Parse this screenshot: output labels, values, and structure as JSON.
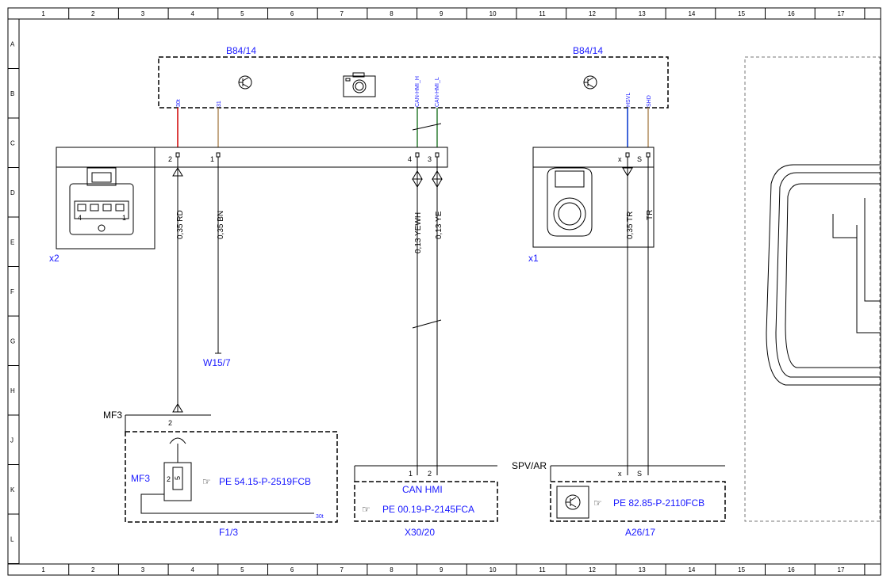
{
  "grid": {
    "columns": [
      "1",
      "2",
      "3",
      "4",
      "5",
      "6",
      "7",
      "8",
      "9",
      "10",
      "11",
      "12",
      "13",
      "14",
      "15",
      "16",
      "17"
    ],
    "rows": [
      "A",
      "B",
      "C",
      "D",
      "E",
      "F",
      "G",
      "H",
      "J",
      "K",
      "L"
    ]
  },
  "components": {
    "module_left": "B84/14",
    "module_right": "B84/14",
    "connector_x2": "x2",
    "connector_x1": "x1",
    "ground_w15_7": "W15/7",
    "fuse_mf3_top": "MF3",
    "fuse_mf3_inner": "MF3",
    "fuse_f1_3": "F1/3",
    "can_hmi_box": "CAN HMI",
    "can_hmi_name": "X30/20",
    "spv_ar": "SPV/AR",
    "a26_17": "A26/17",
    "fuse_30t": "30t"
  },
  "signals": {
    "s30t": "30t",
    "s31": "31",
    "can_h": "CAN-HMI_H",
    "can_l": "CAN-HMI_L",
    "hsvl": "HSVL",
    "shd": "SHD"
  },
  "pins": {
    "x2_2": "2",
    "x2_1": "1",
    "x2_4": "4",
    "x2_3": "3",
    "x2_plug_4": "4",
    "x2_plug_1": "1",
    "x1_x": "x",
    "x1_s": "S",
    "mf3_2": "2",
    "fuse_pin_2": "2",
    "fuse_pin_5": "5",
    "can_1": "1",
    "can_2": "2",
    "spv_x": "x",
    "spv_s": "S"
  },
  "wires": {
    "rd": "0,35 RD",
    "bn": "0,35 BN",
    "yewh": "0,13 YEWH",
    "ye": "0,13 YE",
    "tr1": "0,35 TR",
    "tr2": "TR"
  },
  "refs": {
    "pe_fuse": "PE 54.15-P-2519FCB",
    "pe_can": "PE 00.19-P-2145FCA",
    "pe_a26": "PE 82.85-P-2110FCB"
  },
  "colors": {
    "wire_red": "#d00000",
    "wire_brown": "#b08a5a",
    "wire_green": "#2e7d32",
    "wire_blue": "#0033cc",
    "label_blue": "#1a1aff"
  }
}
